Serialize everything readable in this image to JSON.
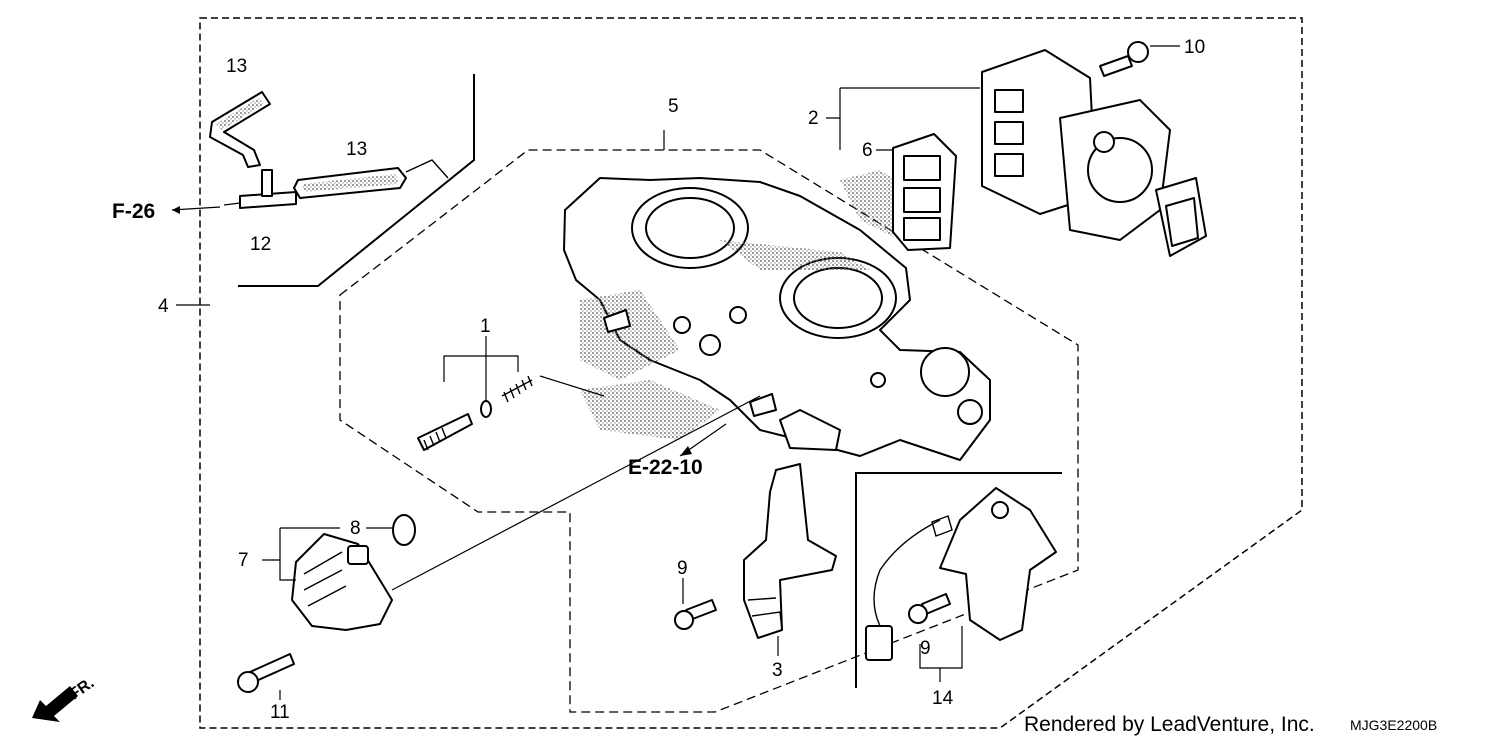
{
  "callouts": {
    "c1": "1",
    "c2": "2",
    "c3": "3",
    "c4": "4",
    "c5": "5",
    "c6": "6",
    "c7": "7",
    "c8": "8",
    "c9a": "9",
    "c9b": "9",
    "c10": "10",
    "c11": "11",
    "c12": "12",
    "c13a": "13",
    "c13b": "13",
    "c14": "14"
  },
  "references": {
    "f26": "F-26",
    "e2210": "E-22-10"
  },
  "front_label": "FR.",
  "credit": "Rendered by LeadVenture, Inc.",
  "diagram_code": "MJG3E2200B"
}
